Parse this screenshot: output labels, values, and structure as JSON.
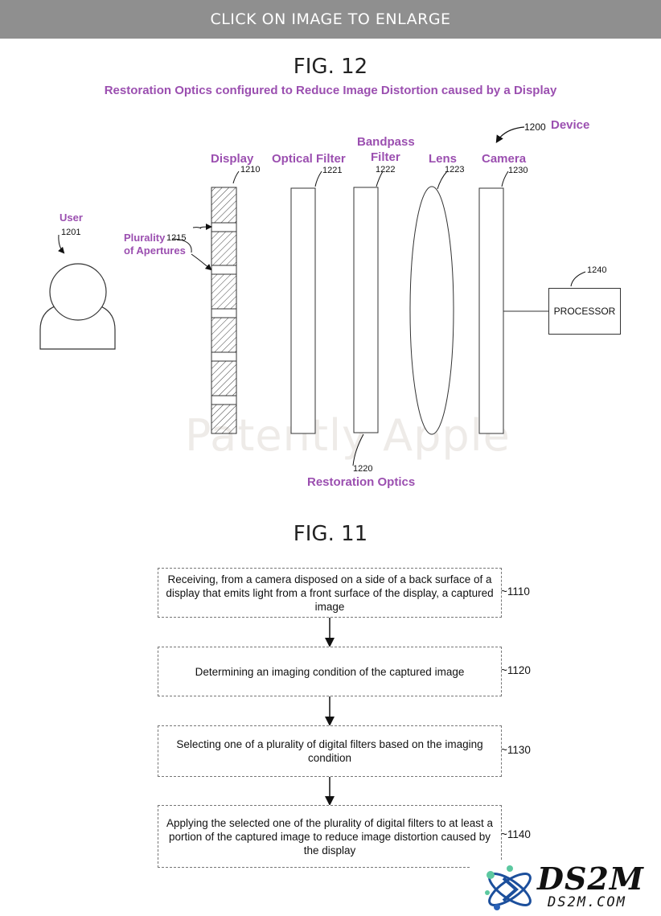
{
  "banner": {
    "label": "CLICK ON IMAGE TO ENLARGE"
  },
  "fig12": {
    "title": "FIG. 12",
    "subtitle": "Restoration Optics configured to Reduce Image Distortion caused by a Display",
    "device": {
      "ref": "1200",
      "label": "Device"
    },
    "user": {
      "label": "User",
      "ref": "1201"
    },
    "display": {
      "label": "Display",
      "ref": "1210"
    },
    "apertures": {
      "label_line1": "Plurality",
      "label_line2": "of Apertures",
      "ref": "1215"
    },
    "optical_filter": {
      "label": "Optical Filter",
      "ref": "1221"
    },
    "bandpass_filter": {
      "label_line1": "Bandpass",
      "label_line2": "Filter",
      "ref": "1222"
    },
    "lens": {
      "label": "Lens",
      "ref": "1223"
    },
    "camera": {
      "label": "Camera",
      "ref": "1230"
    },
    "processor": {
      "label": "PROCESSOR",
      "ref": "1240"
    },
    "restoration_optics": {
      "label": "Restoration Optics",
      "ref": "1220"
    },
    "watermark": "Patently Apple"
  },
  "fig11": {
    "title": "FIG. 11",
    "steps": [
      {
        "text": "Receiving, from a camera disposed on a side of a back surface of a display that emits light from a front surface of the display, a captured image",
        "ref": "~1110"
      },
      {
        "text": "Determining an imaging condition of the captured image",
        "ref": "~1120"
      },
      {
        "text": "Selecting one of a plurality of digital filters based on the imaging condition",
        "ref": "~1130"
      },
      {
        "text": "Applying the selected one of the plurality of digital filters to at least a portion of the captured image to reduce image distortion caused by the display",
        "ref": "~1140"
      }
    ]
  },
  "logo": {
    "name": "DS2M",
    "url_text": "DS2M.COM"
  }
}
